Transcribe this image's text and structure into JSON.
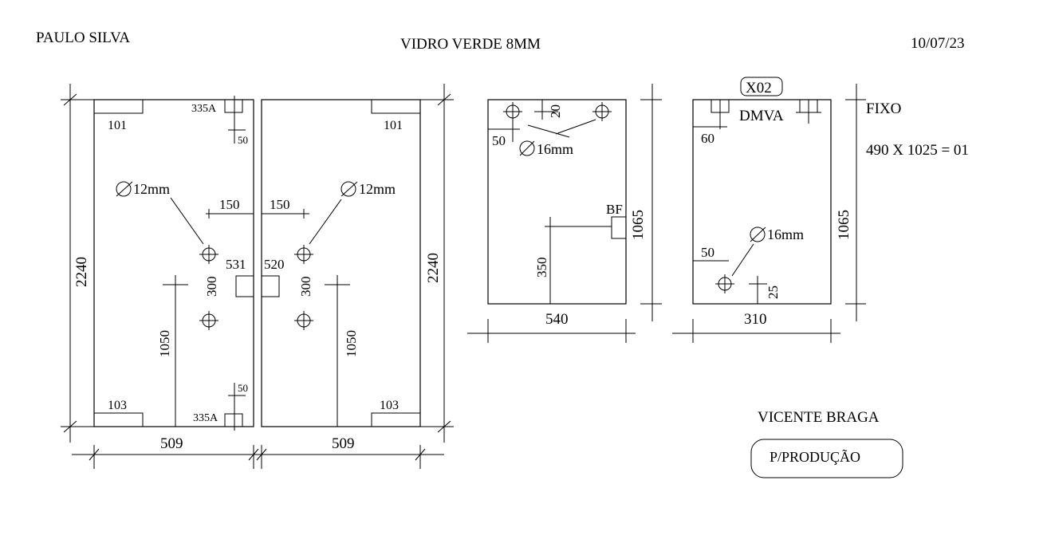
{
  "header": {
    "client": "PAULO SILVA",
    "title": "VIDRO VERDE 8MM",
    "date": "10/07/23"
  },
  "panel_left": {
    "height": "2240",
    "width": "509",
    "hole_diameter": "12mm",
    "hinge_top": "101",
    "hinge_bottom": "103",
    "lock_top": "335A",
    "lock_bottom": "335A",
    "offset_top": "50",
    "offset_bottom": "50",
    "handle_offset": "150",
    "handle_spacing": "300",
    "handle_height": "1050",
    "handle_code": "531"
  },
  "panel_right": {
    "height": "2240",
    "width": "509",
    "hole_diameter": "12mm",
    "hinge_top": "101",
    "hinge_bottom": "103",
    "handle_offset": "150",
    "handle_spacing": "300",
    "handle_height": "1050",
    "handle_code": "520"
  },
  "panel_mid": {
    "width": "540",
    "height": "1065",
    "hole_diameter": "16mm",
    "offset_top": "20",
    "offset_side": "50",
    "bf": "BF",
    "bf_height": "350"
  },
  "panel_fixed": {
    "tag": "X02",
    "code": "DMVA",
    "width": "310",
    "height": "1065",
    "offset_top": "60",
    "hole_diameter": "16mm",
    "offset_side": "50",
    "offset_bottom": "25",
    "type_label": "FIXO",
    "spec": "490 X 1025 = 01"
  },
  "footer": {
    "signature": "VICENTE BRAGA",
    "stamp": "P/PRODUÇÃO"
  }
}
